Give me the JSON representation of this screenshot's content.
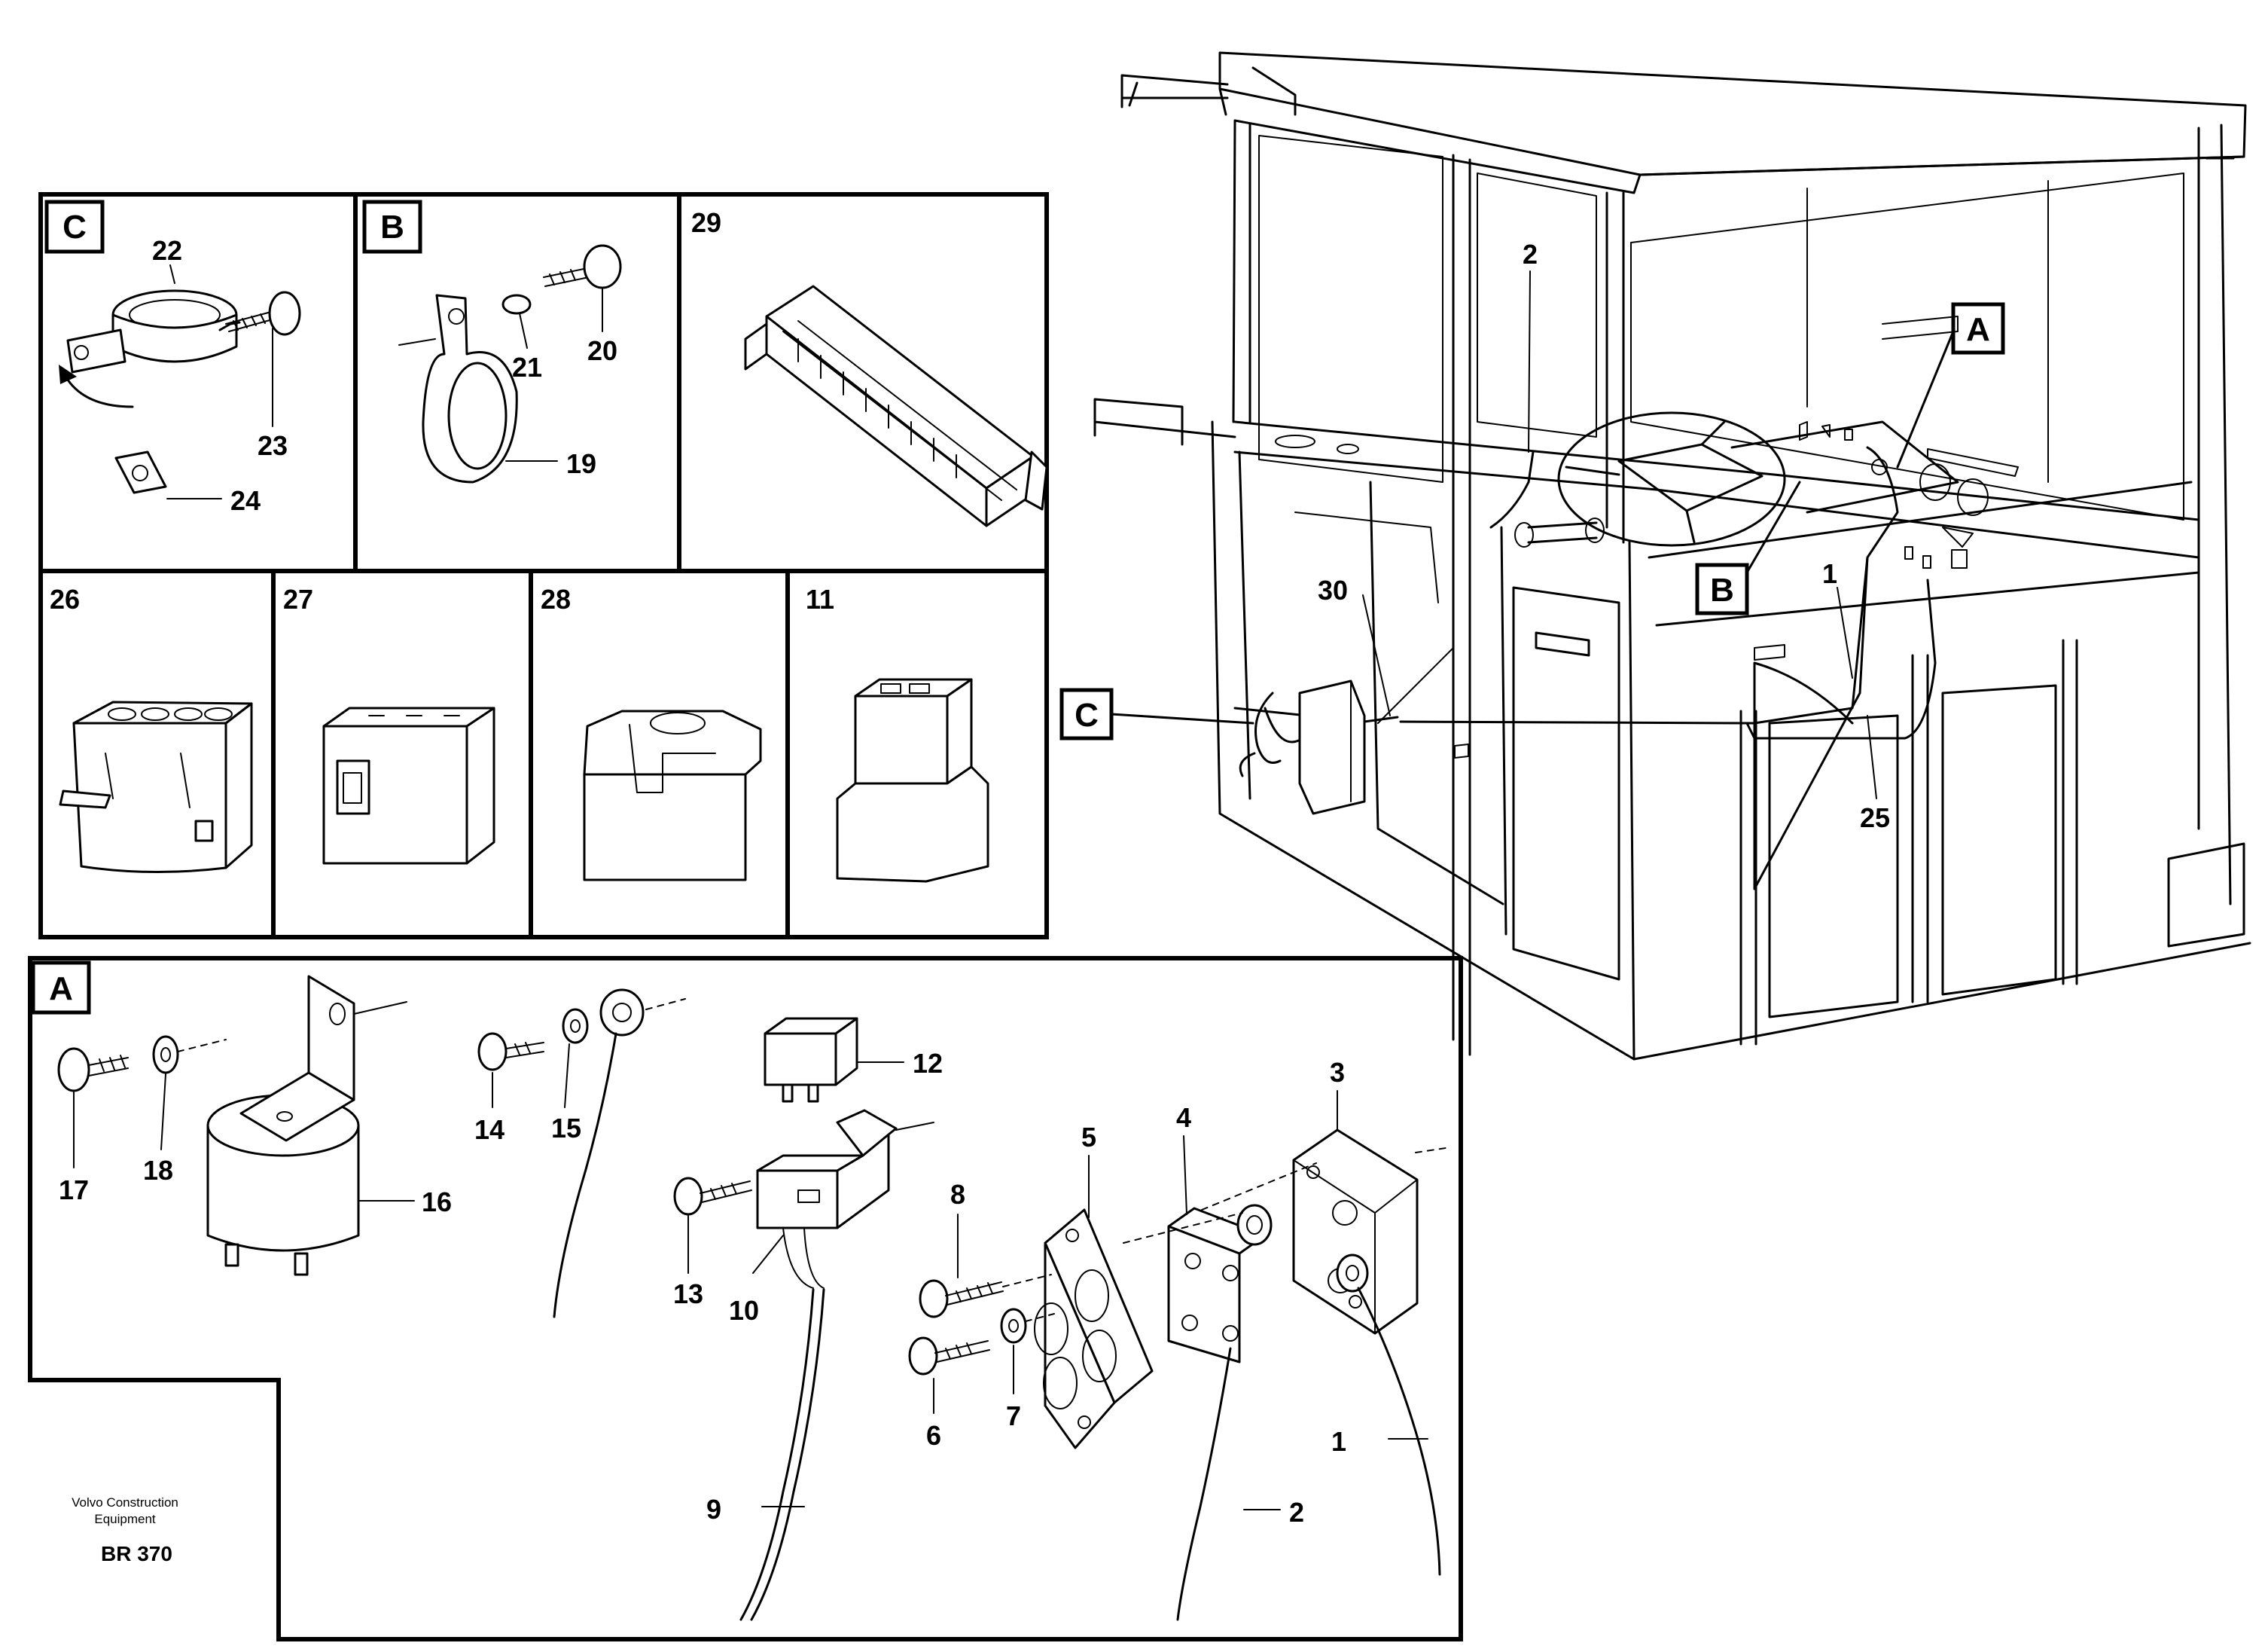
{
  "panel_tags": {
    "c": "C",
    "b": "B",
    "a": "A"
  },
  "callouts": {
    "n1": "1",
    "n2": "2",
    "n3": "3",
    "n4": "4",
    "n5": "5",
    "n6": "6",
    "n7": "7",
    "n8": "8",
    "n9": "9",
    "n10": "10",
    "n11": "11",
    "n12": "12",
    "n13": "13",
    "n14": "14",
    "n15": "15",
    "n16": "16",
    "n17": "17",
    "n18": "18",
    "n19": "19",
    "n20": "20",
    "n21": "21",
    "n22": "22",
    "n23": "23",
    "n24": "24",
    "n25": "25",
    "n26": "26",
    "n27": "27",
    "n28": "28",
    "n29": "29",
    "n30": "30",
    "cab_1": "1",
    "cab_2": "2",
    "cabA_1": "1",
    "cabA_2": "2"
  },
  "credit": {
    "line1": "Volvo Construction",
    "line2": "Equipment",
    "code": "BR 370"
  }
}
